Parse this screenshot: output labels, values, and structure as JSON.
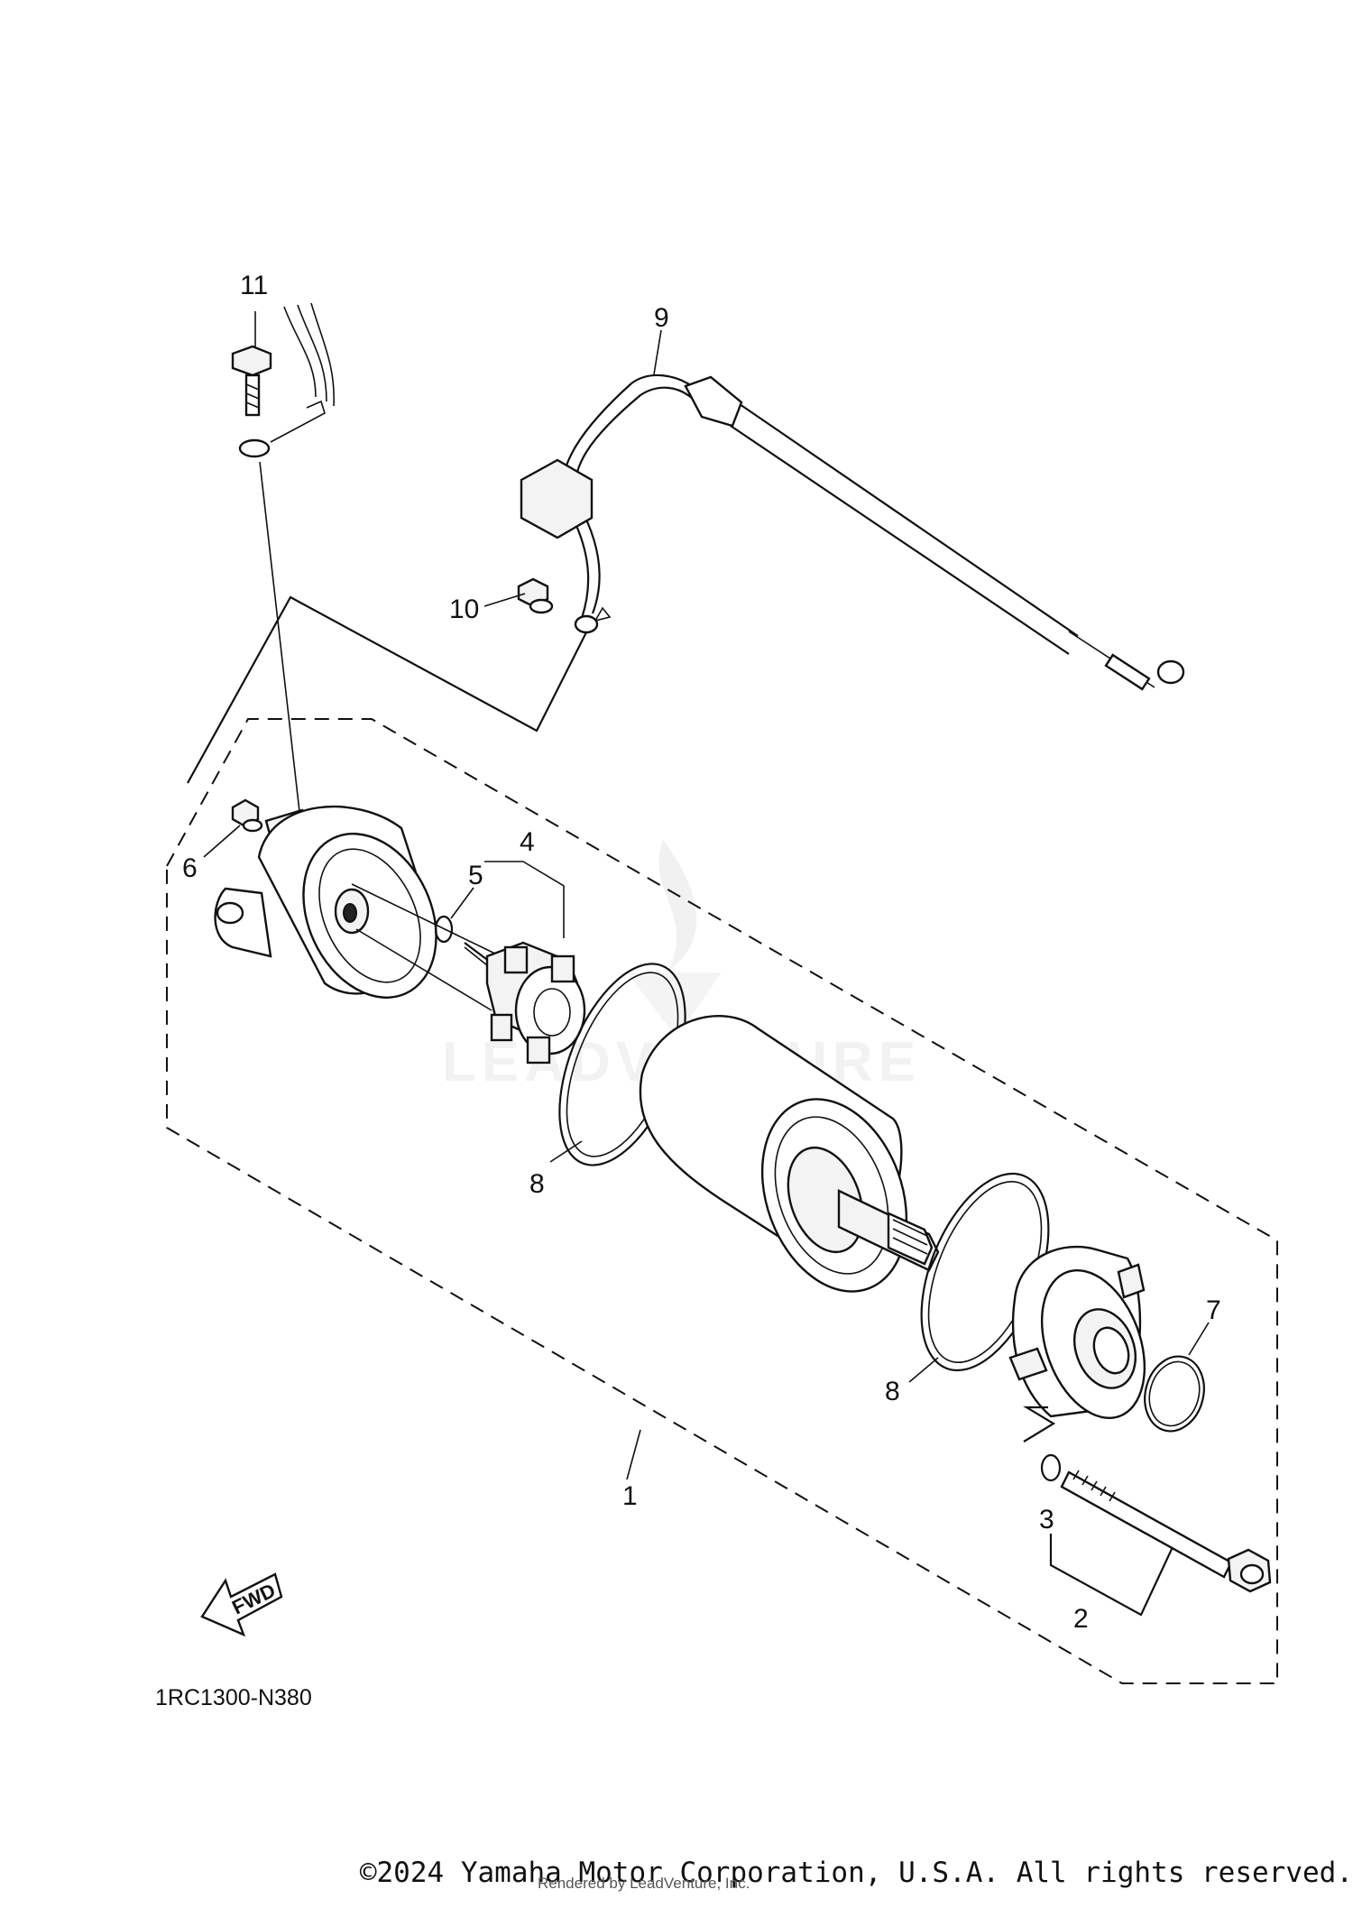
{
  "diagram": {
    "callouts": [
      "1",
      "2",
      "3",
      "4",
      "5",
      "6",
      "7",
      "8",
      "8",
      "9",
      "10",
      "11"
    ],
    "fwd_label": "FWD",
    "drawing_code": "1RC1300-N380",
    "watermark": "LEADVENTURE"
  },
  "footer": {
    "copyright": "©2024 Yamaha Motor Corporation, U.S.A. All rights reserved.",
    "rendered_by": "Rendered by LeadVenture, Inc."
  }
}
